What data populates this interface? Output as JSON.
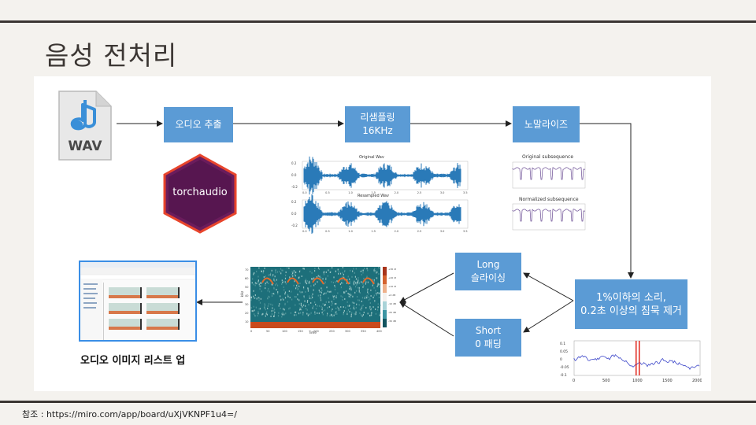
{
  "slide": {
    "title": "음성 전처리",
    "reference": "참조 : https://miro.com/app/board/uXjVKNPF1u4=/"
  },
  "wav_icon": {
    "label": "WAV"
  },
  "torchaudio_logo": {
    "text": "torchaudio"
  },
  "steps": {
    "extract": "오디오 추출",
    "resample_line1": "리샘플링",
    "resample_line2": "16KHz",
    "normalize": "노말라이즈",
    "silence_line1": "1%이하의 소리,",
    "silence_line2": "0.2초 이상의 침묵 제거",
    "long_line1": "Long",
    "long_line2": "슬라이싱",
    "short_line1": "Short",
    "short_line2": "0 패딩"
  },
  "waveforms": {
    "original_title": "Original Wav",
    "resampled_title": "Resampled Wav",
    "x_ticks": [
      "0.0",
      "0.5",
      "1.0",
      "1.5",
      "2.0",
      "2.5",
      "3.0",
      "3.5"
    ],
    "y_ticks": [
      "0.2",
      "0.0",
      "-0.2"
    ]
  },
  "subsequences": {
    "original_title": "Original subsequence",
    "normalized_title": "Normalized subsequence"
  },
  "silence_plot": {
    "x_ticks": [
      "0",
      "500",
      "1000",
      "1500",
      "2000"
    ],
    "y_ticks": [
      "0.1",
      "0.05",
      "0",
      "-0.05",
      "-0.1"
    ]
  },
  "spectrogram": {
    "y_label": "kHz",
    "x_label": "Time",
    "y_ticks": [
      "70",
      "60",
      "50",
      "40",
      "30",
      "20",
      "10"
    ],
    "x_ticks": [
      "0",
      "50",
      "100",
      "150",
      "200",
      "250",
      "300",
      "350",
      "400"
    ],
    "colorbar_ticks": [
      "+30 dB",
      "+20 dB",
      "+10 dB",
      "+0 dB",
      "-10 dB",
      "-20 dB",
      "-30 dB"
    ]
  },
  "image_list": {
    "caption": "오디오 이미지 리스트 업"
  },
  "colors": {
    "box": "#5b9bd5",
    "arrow": "#222222",
    "wave": "#2a7ab8",
    "subseq": "#6a4c93",
    "silence_line": "#3b45c9",
    "silence_marker": "#e0261b",
    "hex_fill": "#6b1c5c",
    "hex_border": "#e8452c"
  }
}
